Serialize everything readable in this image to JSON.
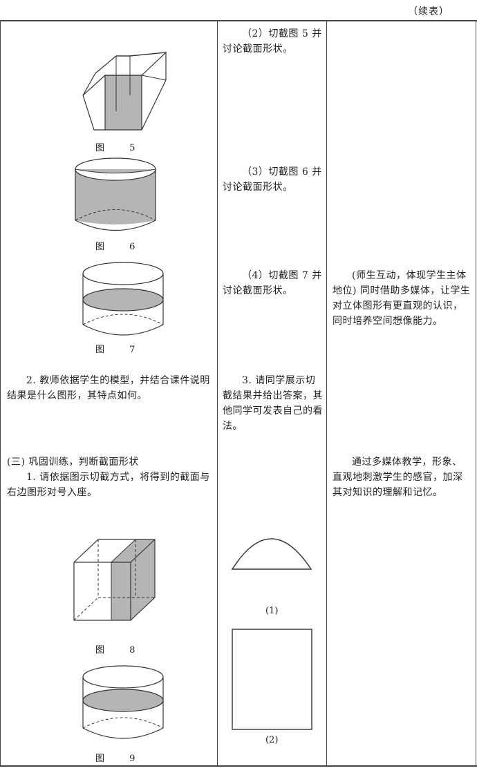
{
  "continued_label": "（续表）",
  "figure_captions": {
    "fig5": "图 5",
    "fig6": "图 6",
    "fig7": "图 7",
    "fig8": "图 8",
    "fig9": "图 9"
  },
  "left_column": {
    "step2_text": "2. 教师依据学生的模型，并结合课件说明结果是什么图形，其特点如何。",
    "section3_heading": "(三) 巩固训练，判断截面形状",
    "section3_item1": "1. 请依据图示切截方式，将得到的截面与右边图形对号入座。"
  },
  "middle_column": {
    "task2": "（2）切截图 5 并讨论截面形状。",
    "task3": "（3）切截图 6 并讨论截面形状。",
    "task4": "（4）切截图 7 并讨论截面形状。",
    "step3": "3. 请同学展示切截结果并给出答案，其他同学可发表自己的看法。",
    "option1_label": "(1)",
    "option2_label": "(2)"
  },
  "right_column": {
    "note1": "(师生互动，体现学生主体地位) 同时借助多媒体，让学生对立体图形有更直观的认识，同时培养空间想像能力。",
    "note2": "通过多媒体教学，形象、直观地刺激学生的感官，加深其对知识的理解和记忆。"
  }
}
